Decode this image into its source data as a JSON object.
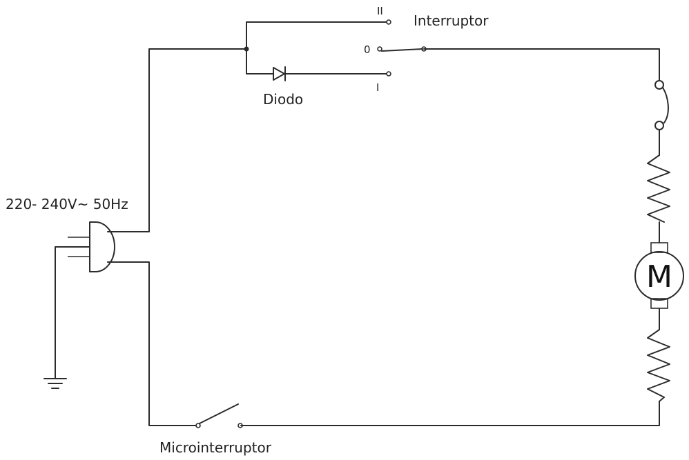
{
  "labels": {
    "interruptor": "Interruptor",
    "diodo": "Diodo",
    "supply": "220- 240V~ 50Hz",
    "microinterruptor": "Microinterruptor",
    "switch_pos_2": "II",
    "switch_pos_0": "0",
    "switch_pos_1": "I",
    "motor": "M"
  }
}
